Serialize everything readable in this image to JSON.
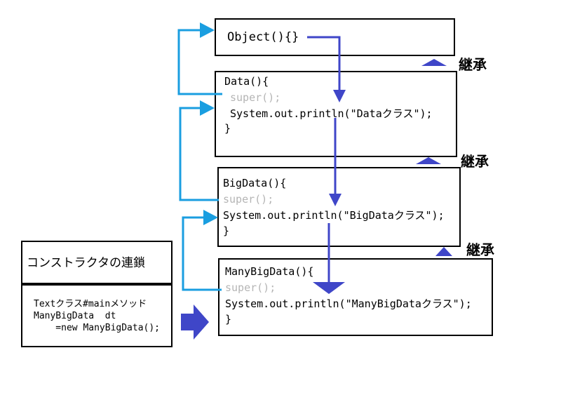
{
  "boxes": {
    "object": {
      "line1": "Object(){}"
    },
    "data": {
      "line1": "Data(){",
      "line2": "super();",
      "line3": "System.out.println(\"Dataクラス\");",
      "line4": "}"
    },
    "bigdata": {
      "line1": "BigData(){",
      "line2": "super();",
      "line3": "System.out.println(\"BigDataクラス\");",
      "line4": "}"
    },
    "manybigdata": {
      "line1": "ManyBigData(){",
      "line2": "super();",
      "line3": "System.out.println(\"ManyBigDataクラス\");",
      "line4": "}"
    }
  },
  "inherit_labels": [
    "継承",
    "継承",
    "継承"
  ],
  "legend": {
    "title": "コンストラクタの連鎖",
    "line1": "Textクラス#mainメソッド",
    "line2": "ManyBigData  dt",
    "line3": "    =new ManyBigData();"
  },
  "colors": {
    "blue_arrow": "#3f46c8",
    "cyan_arrow": "#1a9ee0",
    "super_text": "#b5b5b5"
  }
}
